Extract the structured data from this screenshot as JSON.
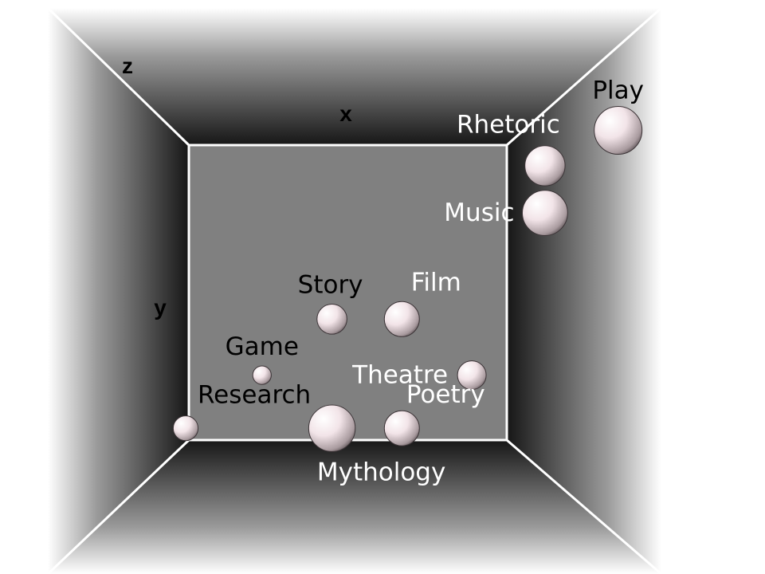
{
  "chart_data": {
    "type": "scatter",
    "title": "",
    "axes": {
      "x_label": "x",
      "y_label": "y",
      "z_label": "z"
    },
    "grid": false,
    "legend": "none",
    "points": [
      {
        "label": "Play",
        "x": 1.35,
        "y": 1.05,
        "z": 0.1,
        "size": 3.0,
        "label_color": "#000000"
      },
      {
        "label": "Rhetoric",
        "x": 1.12,
        "y": 0.93,
        "z": 0.35,
        "size": 2.4,
        "label_color": "#ffffff"
      },
      {
        "label": "Music",
        "x": 1.12,
        "y": 0.77,
        "z": 0.35,
        "size": 2.8,
        "label_color": "#ffffff"
      },
      {
        "label": "Story",
        "x": 0.45,
        "y": 0.41,
        "z": 0.78,
        "size": 1.6,
        "label_color": "#000000"
      },
      {
        "label": "Film",
        "x": 0.67,
        "y": 0.41,
        "z": 0.78,
        "size": 2.0,
        "label_color": "#ffffff"
      },
      {
        "label": "Game",
        "x": 0.23,
        "y": 0.22,
        "z": 0.88,
        "size": 0.7,
        "label_color": "#000000"
      },
      {
        "label": "Theatre",
        "x": 0.89,
        "y": 0.22,
        "z": 0.95,
        "size": 1.5,
        "label_color": "#ffffff"
      },
      {
        "label": "Research",
        "x": -0.01,
        "y": 0.04,
        "z": 0.95,
        "size": 1.2,
        "label_color": "#000000"
      },
      {
        "label": "Mythology",
        "x": 0.45,
        "y": 0.04,
        "z": 0.82,
        "size": 2.9,
        "label_color": "#ffffff"
      },
      {
        "label": "Poetry",
        "x": 0.67,
        "y": 0.04,
        "z": 0.82,
        "size": 2.0,
        "label_color": "#ffffff"
      }
    ],
    "colors": {
      "bubble": "#f2e4e8",
      "back_wall": "#808080"
    }
  }
}
